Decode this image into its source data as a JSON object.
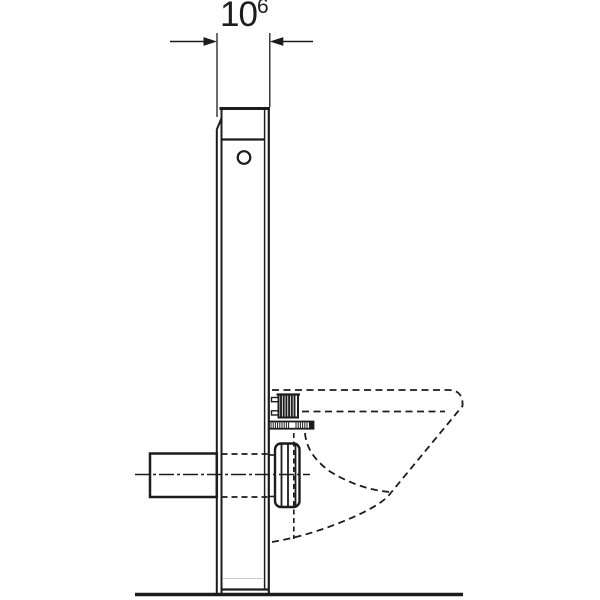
{
  "drawing": {
    "type": "technical-side-elevation",
    "dimension": {
      "main": "10",
      "sup": "6"
    },
    "colors": {
      "line": "#1c1c1c",
      "background": "#ffffff",
      "faint_line": "#c8c8c8"
    },
    "parts": [
      "depth-dimension",
      "sanitary-module",
      "service-cover",
      "actuator-button",
      "glass-front-panel",
      "inlet-pipe",
      "pipe-centerline",
      "flush-bend-outlet",
      "mounting-sleeve",
      "threaded-rod",
      "wc-pan-hidden-outline",
      "floor-line"
    ]
  }
}
